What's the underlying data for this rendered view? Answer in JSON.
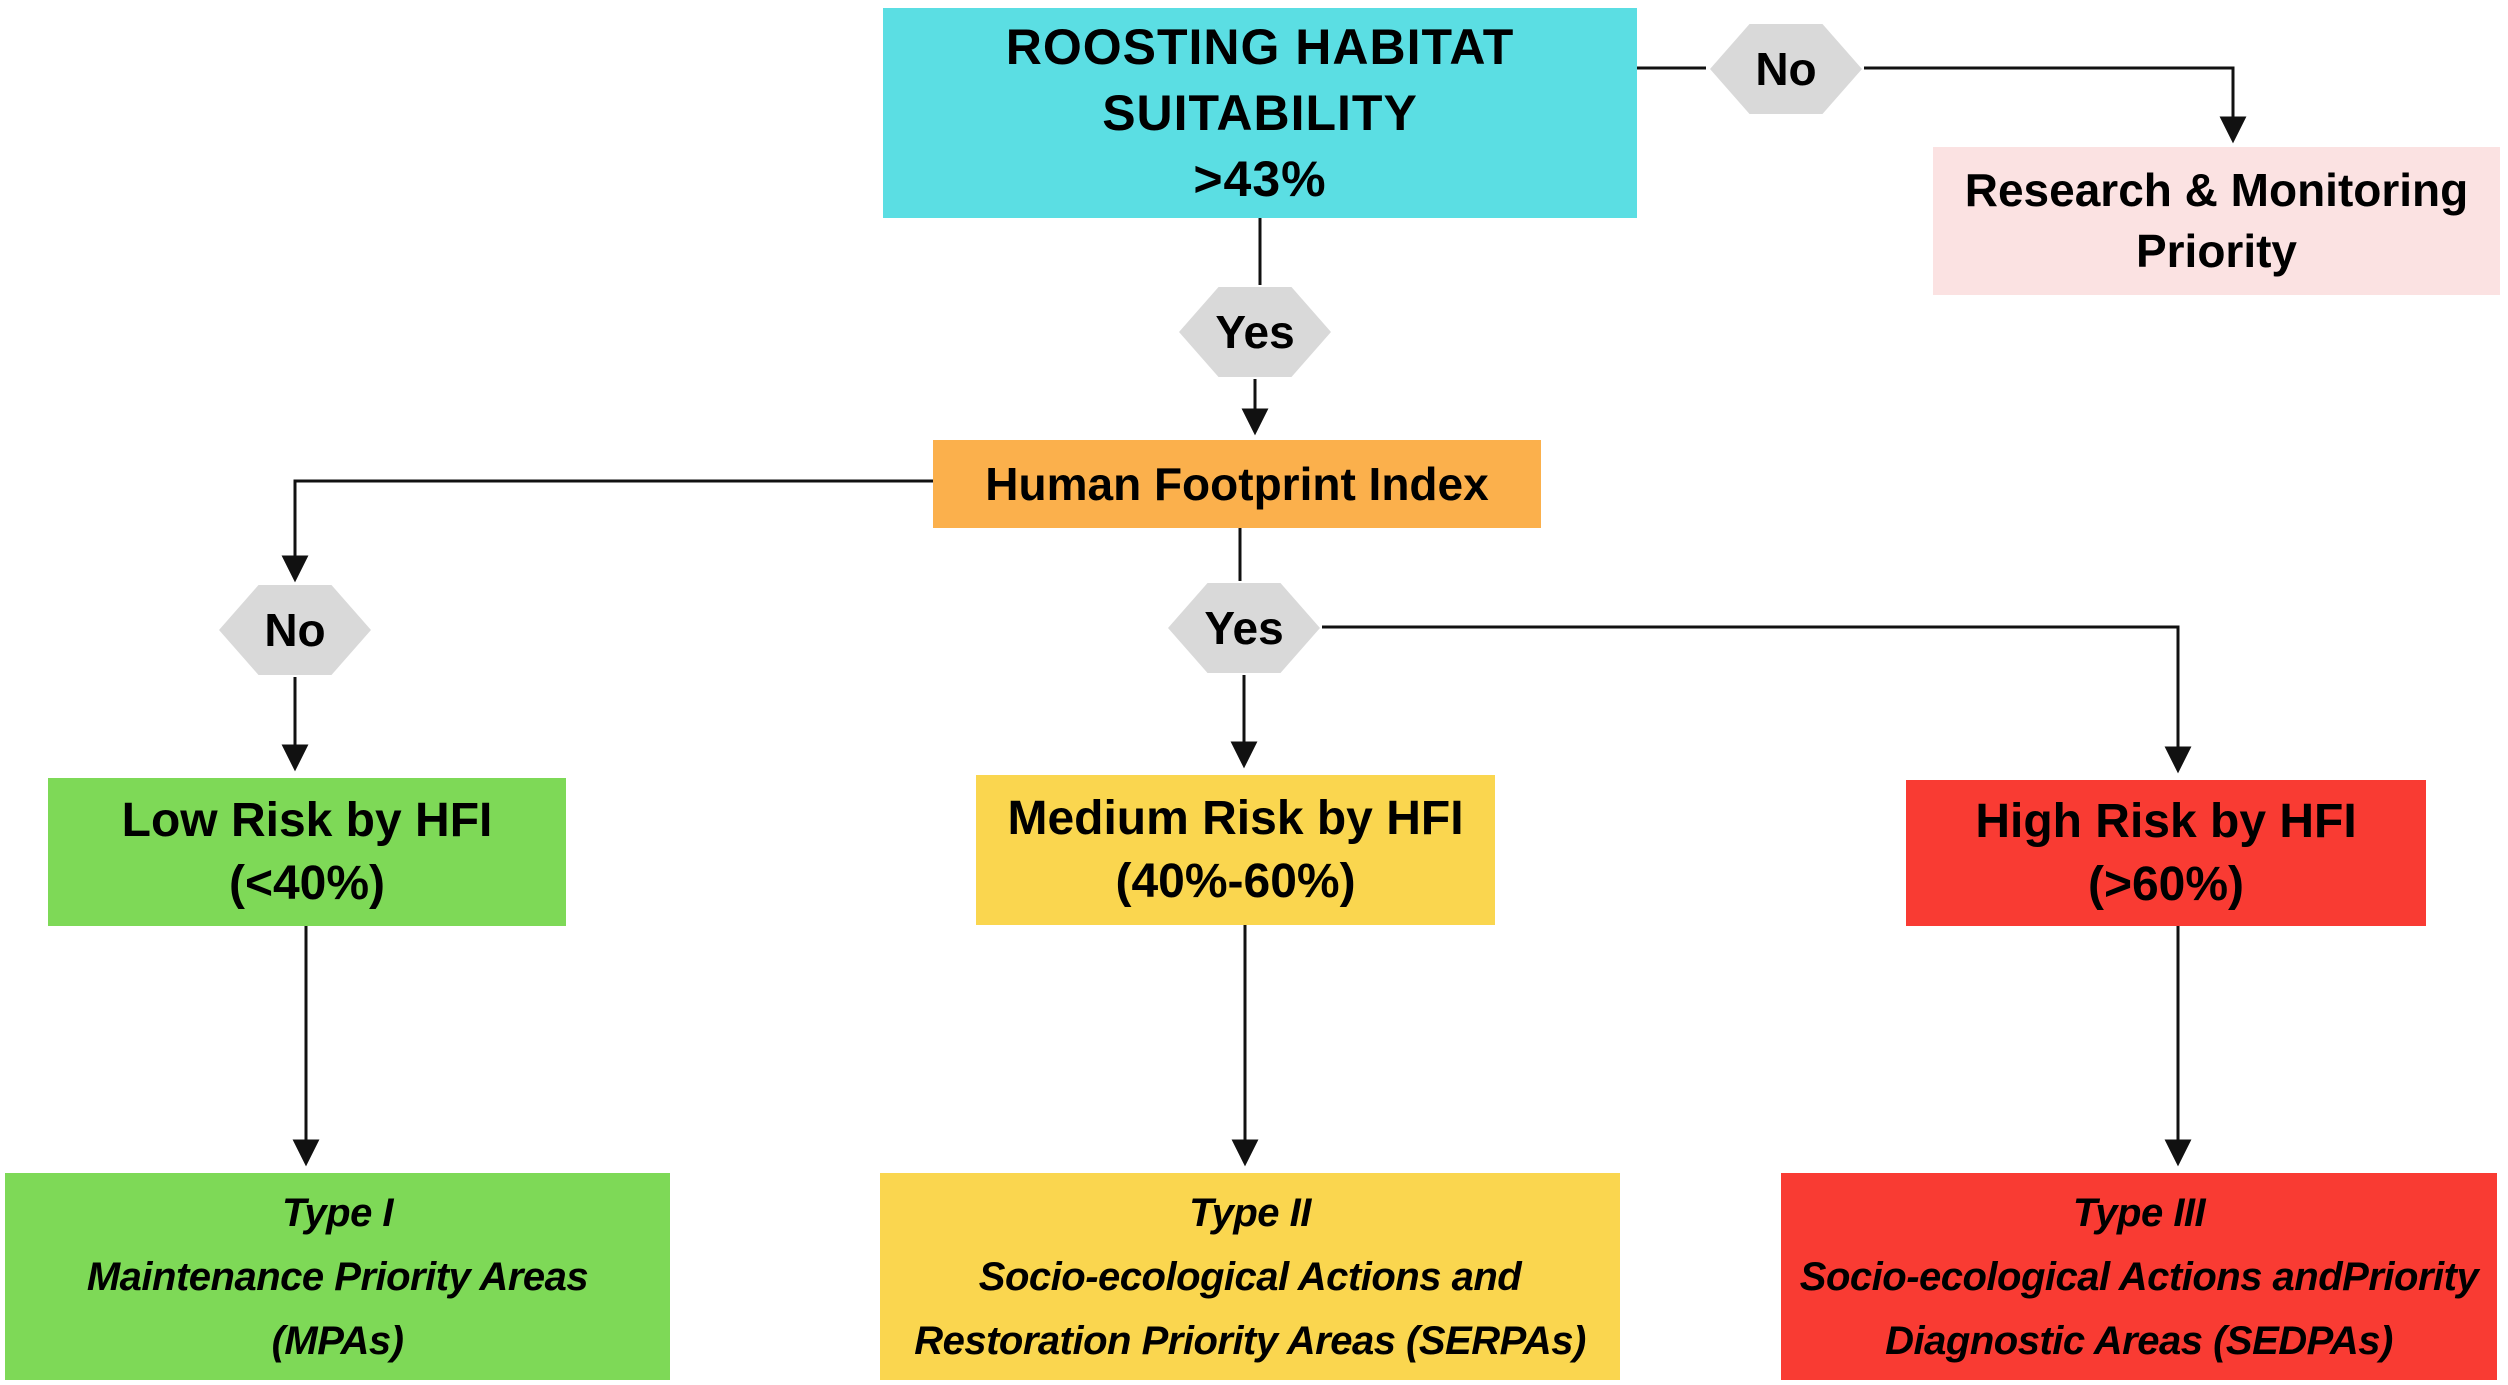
{
  "colors": {
    "suitability_box": "#5BDEE3",
    "research_box": "#FBE2E2",
    "hfi_box": "#FBB04C",
    "low_risk_box": "#7ED957",
    "medium_risk_box": "#FAD64F",
    "high_risk_box": "#F93B33",
    "decision_hexagon": "#D9D9D9",
    "connector": "#111111",
    "text": "#000000"
  },
  "nodes": {
    "suitability": {
      "lines": [
        "ROOSTING HABITAT",
        "SUITABILITY",
        ">43%"
      ]
    },
    "research": {
      "lines": [
        "Research & Monitoring",
        "Priority"
      ]
    },
    "hfi": {
      "label": "Human Footprint Index"
    },
    "low_risk": {
      "lines": [
        "Low Risk by HFI",
        "(<40%)"
      ]
    },
    "medium_risk": {
      "lines": [
        "Medium Risk by HFI",
        "(40%-60%)"
      ]
    },
    "high_risk": {
      "lines": [
        "High Risk by HFI",
        "(>60%)"
      ]
    },
    "type1": {
      "lines": [
        "Type I",
        "Maintenance Priority Areas",
        "(MPAs)"
      ]
    },
    "type2": {
      "lines": [
        "Type II",
        "Socio-ecological Actions and",
        "Restoration Priority Areas (SERPAs)"
      ]
    },
    "type3": {
      "lines": [
        "Type III",
        "Socio-ecological Actions andPriority",
        "Diagnostic Areas (SEDPAs)"
      ]
    }
  },
  "decisions": {
    "suitability_no": "No",
    "suitability_yes": "Yes",
    "hfi_no": "No",
    "hfi_yes": "Yes"
  }
}
